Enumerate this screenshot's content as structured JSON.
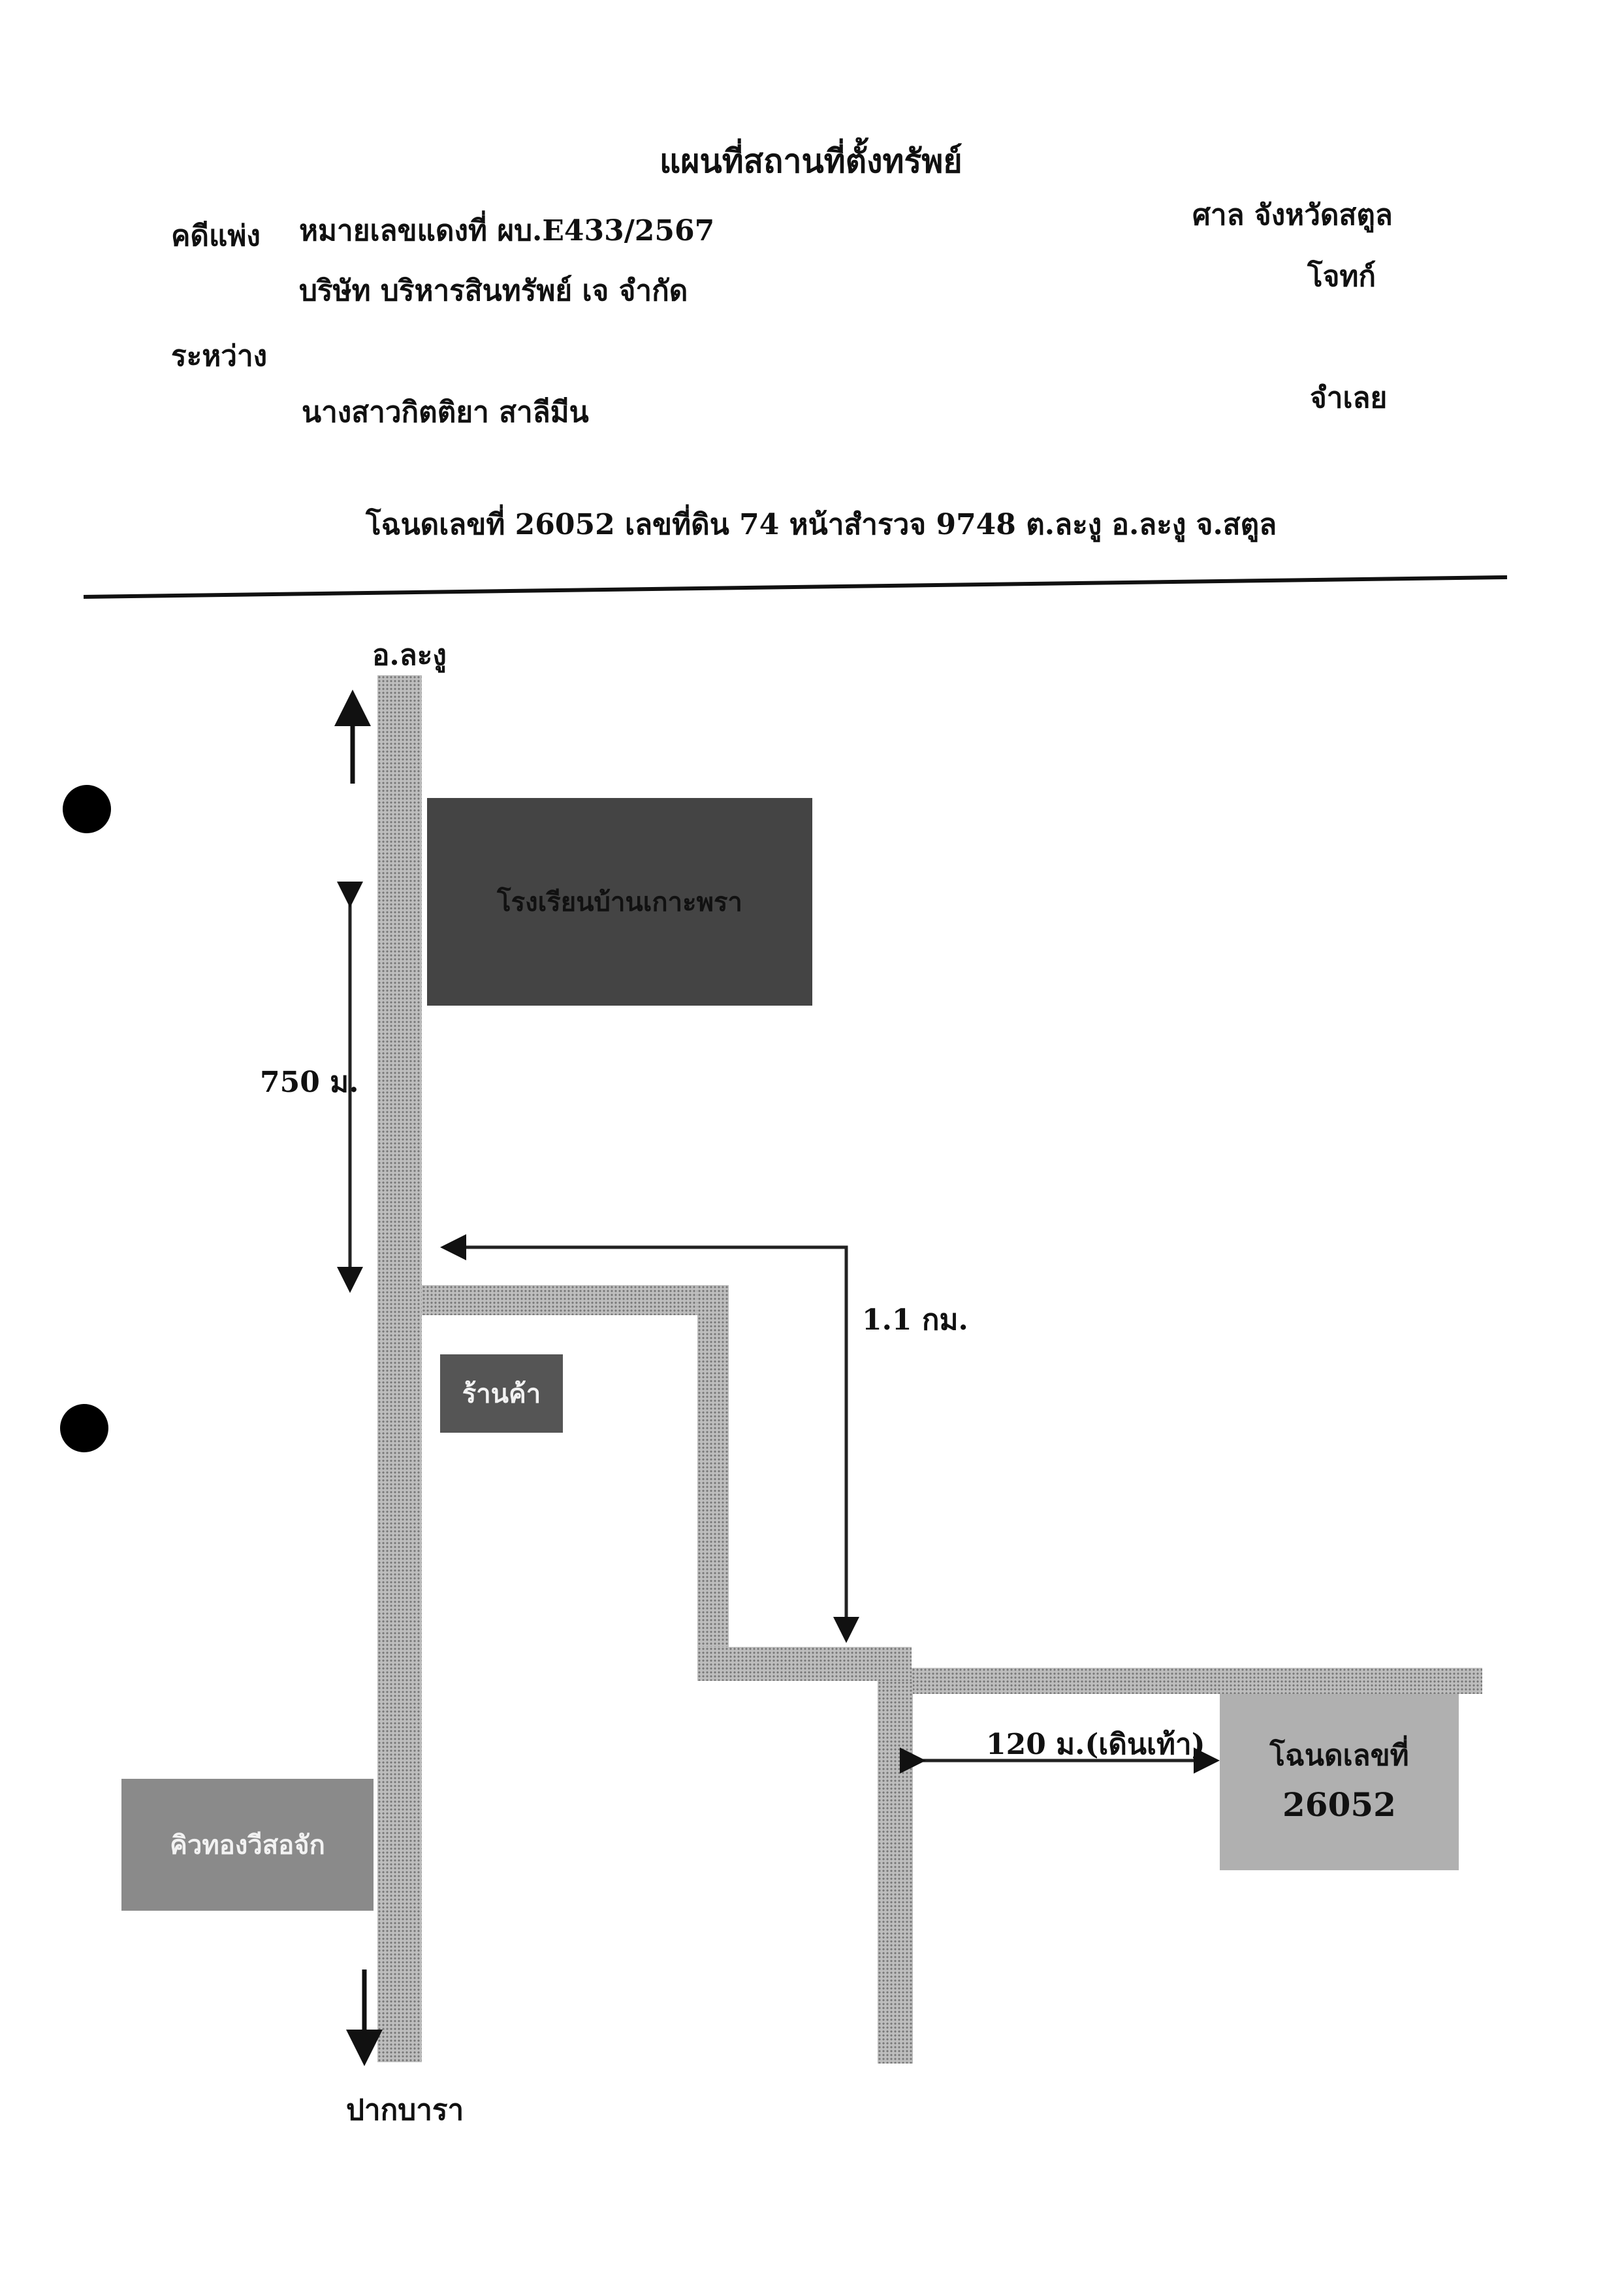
{
  "header": {
    "title": "แผนที่สถานที่ตั้งทรัพย์",
    "case_type": "คดีแพ่ง",
    "red_case_number": "หมายเลขแดงที่  ผบ.E433/2567",
    "court": "ศาล จังหวัดสตูล",
    "plaintiff_name": "บริษัท บริหารสินทรัพย์ เจ จำกัด",
    "plaintiff_role": "โจทก์",
    "between": "ระหว่าง",
    "defendant_name": "นางสาวกิตติยา  สาลีมีน",
    "defendant_role": "จำเลย",
    "deed_line": "โฉนดเลขที่  26052  เลขที่ดิน  74  หน้าสำรวจ  9748  ต.ละงู  อ.ละงู  จ.สตูล"
  },
  "map": {
    "top_direction": "อ.ละงู",
    "bottom_direction": "ปากบารา",
    "distance_main": "750 ม.",
    "distance_side": "1.1 กม.",
    "distance_walk": "120 ม.(เดินเท้า)",
    "school_label": "โรงเรียนบ้านเกาะพรา",
    "shop_label": "ร้านค้า",
    "left_place_label": "คิวทองวีสอจัก",
    "deed_box_line1": "โฉนดเลขที่",
    "deed_box_line2": "26052"
  },
  "colors": {
    "road": "#bdbdbd",
    "school_box": "#444444",
    "shop_box": "#555555",
    "left_box": "#8a8a8a",
    "deed_box": "#b0b0b0"
  }
}
